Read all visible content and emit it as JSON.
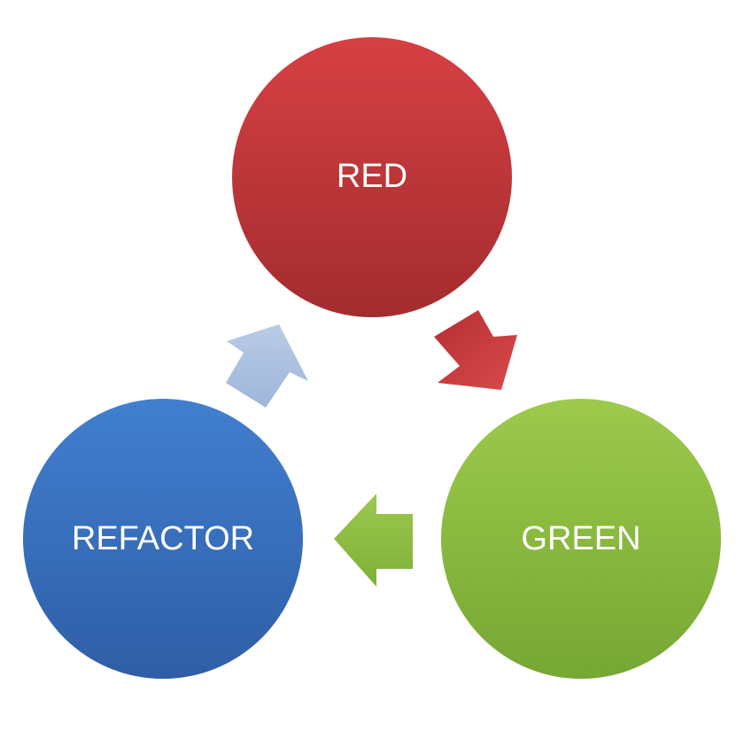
{
  "diagram": {
    "nodes": {
      "red": {
        "label": "RED",
        "color": "#c0383a"
      },
      "green": {
        "label": "GREEN",
        "color": "#8bbd40"
      },
      "refactor": {
        "label": "REFACTOR",
        "color": "#3a74c2"
      }
    },
    "arrows": {
      "red_to_green": {
        "color": "#c0383a"
      },
      "green_to_refactor": {
        "color": "#8bbd40"
      },
      "refactor_to_red": {
        "color": "#a9bfdf"
      }
    }
  }
}
